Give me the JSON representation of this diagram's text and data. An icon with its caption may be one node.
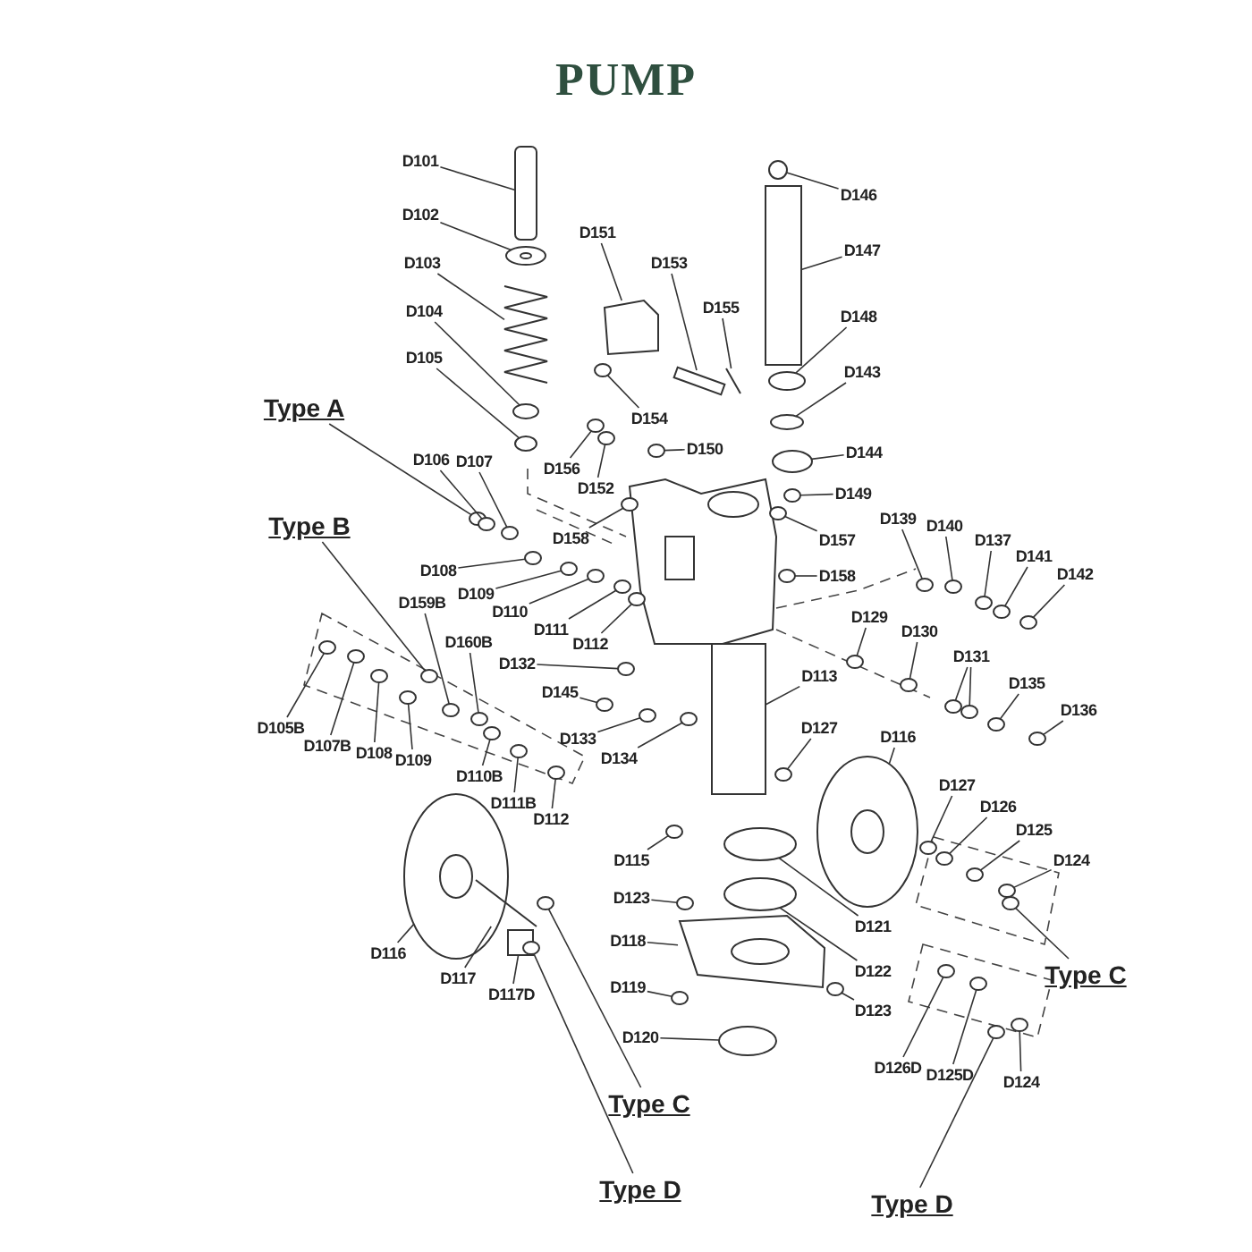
{
  "diagram": {
    "title": "PUMP",
    "nodes": [
      {
        "text": [
          "D101"
        ]
      },
      {
        "text": [
          "D102"
        ]
      },
      {
        "text": [
          "D103"
        ]
      },
      {
        "text": [
          "D104"
        ]
      },
      {
        "text": [
          "D105"
        ]
      },
      {
        "text": [
          "D151"
        ]
      },
      {
        "text": [
          "D153"
        ]
      },
      {
        "text": [
          "D155"
        ]
      },
      {
        "text": [
          "D146"
        ]
      },
      {
        "text": [
          "D147"
        ]
      },
      {
        "text": [
          "D148"
        ]
      },
      {
        "text": [
          "D154"
        ]
      },
      {
        "text": [
          "D143"
        ]
      },
      {
        "text": [
          "Type A"
        ]
      },
      {
        "text": [
          "D156"
        ]
      },
      {
        "text": [
          "D150"
        ]
      },
      {
        "text": [
          "D144"
        ]
      },
      {
        "text": [
          "D152"
        ]
      },
      {
        "text": [
          "D106"
        ]
      },
      {
        "text": [
          "D107"
        ]
      },
      {
        "text": [
          "D149"
        ]
      },
      {
        "text": [
          "D158"
        ]
      },
      {
        "text": [
          "D157"
        ]
      },
      {
        "text": [
          "Type B"
        ]
      },
      {
        "text": [
          "D139"
        ]
      },
      {
        "text": [
          "D140"
        ]
      },
      {
        "text": [
          "D137"
        ]
      },
      {
        "text": [
          "D141"
        ]
      },
      {
        "text": [
          "D108"
        ]
      },
      {
        "text": [
          "D158"
        ]
      },
      {
        "text": [
          "D142"
        ]
      },
      {
        "text": [
          "D109"
        ]
      },
      {
        "text": [
          "D159B"
        ]
      },
      {
        "text": [
          "D110"
        ]
      },
      {
        "text": [
          "D129"
        ]
      },
      {
        "text": [
          "D111"
        ]
      },
      {
        "text": [
          "D130"
        ]
      },
      {
        "text": [
          "D160B"
        ]
      },
      {
        "text": [
          "D112"
        ]
      },
      {
        "text": [
          "D131"
        ]
      },
      {
        "text": [
          "D132"
        ]
      },
      {
        "text": [
          "D135"
        ]
      },
      {
        "text": [
          "D113"
        ]
      },
      {
        "text": [
          "D145"
        ]
      },
      {
        "text": [
          "D136"
        ]
      },
      {
        "text": [
          "D105B"
        ]
      },
      {
        "text": [
          "D127"
        ]
      },
      {
        "text": [
          "D133"
        ]
      },
      {
        "text": [
          "D116"
        ]
      },
      {
        "text": [
          "D107B"
        ]
      },
      {
        "text": [
          "D108"
        ]
      },
      {
        "text": [
          "D134"
        ]
      },
      {
        "text": [
          "D109"
        ]
      },
      {
        "text": [
          "D127"
        ]
      },
      {
        "text": [
          "D110B"
        ]
      },
      {
        "text": [
          "D126"
        ]
      },
      {
        "text": [
          "D111B"
        ]
      },
      {
        "text": [
          "D125"
        ]
      },
      {
        "text": [
          "D112"
        ]
      },
      {
        "text": [
          "D124"
        ]
      },
      {
        "text": [
          "D115"
        ]
      },
      {
        "text": [
          "D123"
        ]
      },
      {
        "text": [
          "D121"
        ]
      },
      {
        "text": [
          "D118"
        ]
      },
      {
        "text": [
          "D116"
        ]
      },
      {
        "text": [
          "Type C"
        ]
      },
      {
        "text": [
          "D122"
        ]
      },
      {
        "text": [
          "D117"
        ]
      },
      {
        "text": [
          "D119"
        ]
      },
      {
        "text": [
          "D117D"
        ]
      },
      {
        "text": [
          "D123"
        ]
      },
      {
        "text": [
          "D120"
        ]
      },
      {
        "text": [
          "D126D"
        ]
      },
      {
        "text": [
          "D125D"
        ]
      },
      {
        "text": [
          "D124"
        ]
      },
      {
        "text": [
          "Type C"
        ]
      },
      {
        "text": [
          "Type D"
        ]
      },
      {
        "text": [
          "Type D"
        ]
      },
      {
        "text": [],
        "shape": "box"
      },
      {
        "text": [],
        "shape": "picture"
      },
      {
        "text": [],
        "shape": "picture"
      },
      {
        "text": [],
        "shape": "circle"
      },
      {
        "text": [],
        "shape": "circle"
      },
      {
        "text": [],
        "shape": "box"
      },
      {
        "text": [],
        "shape": "box"
      },
      {
        "text": [],
        "shape": "picture"
      },
      {
        "text": [],
        "shape": "circle"
      },
      {
        "text": [],
        "shape": "box"
      },
      {
        "text": [],
        "shape": "circle"
      },
      {
        "text": [],
        "shape": "circle"
      },
      {
        "text": [],
        "shape": "circle"
      },
      {
        "text": [],
        "shape": "circle"
      },
      {
        "text": [],
        "shape": "circle"
      },
      {
        "text": [],
        "shape": "circle"
      },
      {
        "text": [],
        "shape": "circle"
      },
      {
        "text": [],
        "shape": "circle"
      },
      {
        "text": [],
        "shape": "circle"
      },
      {
        "text": [],
        "shape": "circle"
      },
      {
        "text": [],
        "shape": "circle"
      },
      {
        "text": [],
        "shape": "circle"
      },
      {
        "text": [],
        "shape": "circle"
      },
      {
        "text": [],
        "shape": "circle"
      },
      {
        "text": [],
        "shape": "circle"
      },
      {
        "text": [],
        "shape": "circle"
      },
      {
        "text": [],
        "shape": "circle"
      },
      {
        "text": [],
        "shape": "circle"
      },
      {
        "text": [],
        "shape": "circle"
      },
      {
        "text": [],
        "shape": "circle"
      },
      {
        "text": [],
        "shape": "circle"
      },
      {
        "text": [],
        "shape": "circle"
      },
      {
        "text": [],
        "shape": "circle"
      },
      {
        "text": [],
        "shape": "circle"
      },
      {
        "text": [],
        "shape": "circle"
      },
      {
        "text": [],
        "shape": "circle"
      },
      {
        "text": [],
        "shape": "circle"
      },
      {
        "text": [],
        "shape": "circle"
      },
      {
        "text": [],
        "shape": "circle"
      },
      {
        "text": [],
        "shape": "circle"
      },
      {
        "text": [],
        "shape": "circle"
      },
      {
        "text": [],
        "shape": "circle"
      },
      {
        "text": [],
        "shape": "circle"
      },
      {
        "text": [],
        "shape": "box"
      },
      {
        "text": [],
        "shape": "circle"
      },
      {
        "text": [],
        "shape": "circle"
      },
      {
        "text": [],
        "shape": "circle"
      },
      {
        "text": [],
        "shape": "circle"
      },
      {
        "text": [],
        "shape": "circle"
      },
      {
        "text": [],
        "shape": "picture"
      },
      {
        "text": [],
        "shape": "circle"
      },
      {
        "text": [],
        "shape": "circle"
      },
      {
        "text": [],
        "shape": "circle"
      },
      {
        "text": [],
        "shape": "circle"
      },
      {
        "text": [],
        "shape": "circle"
      },
      {
        "text": [],
        "shape": "circle"
      },
      {
        "text": [],
        "shape": "circle"
      },
      {
        "text": [],
        "shape": "circle"
      },
      {
        "text": [],
        "shape": "circle"
      },
      {
        "text": [],
        "shape": "circle"
      },
      {
        "text": [],
        "shape": "circle"
      },
      {
        "text": [],
        "shape": "circle"
      },
      {
        "text": [],
        "shape": "circle"
      },
      {
        "text": [],
        "shape": "circle"
      },
      {
        "text": [],
        "shape": "picture"
      },
      {
        "text": [],
        "shape": "picture"
      },
      {
        "text": [],
        "shape": "circle"
      },
      {
        "text": [],
        "shape": "circle"
      },
      {
        "text": [],
        "shape": "picture"
      },
      {
        "text": [],
        "shape": "circle"
      },
      {
        "text": [],
        "shape": "box"
      },
      {
        "text": [],
        "shape": "circle"
      },
      {
        "text": [],
        "shape": "circle"
      },
      {
        "text": [],
        "shape": "circle"
      },
      {
        "text": [],
        "shape": "circle"
      },
      {
        "text": [],
        "shape": "circle"
      },
      {
        "text": [],
        "shape": "circle"
      },
      {
        "text": [],
        "shape": "circle"
      },
      {
        "text": [],
        "shape": "circle"
      }
    ],
    "edges": [
      {
        "from": 0,
        "to": 78,
        "arrow": "none"
      },
      {
        "from": 1,
        "to": 79,
        "arrow": "none"
      },
      {
        "from": 2,
        "to": 80,
        "arrow": "none"
      },
      {
        "from": 3,
        "to": 81,
        "arrow": "none"
      },
      {
        "from": 4,
        "to": 82,
        "arrow": "none"
      },
      {
        "from": 5,
        "to": 83,
        "arrow": "none"
      },
      {
        "from": 6,
        "to": 84,
        "arrow": "none"
      },
      {
        "from": 7,
        "to": 85,
        "arrow": "none"
      },
      {
        "from": 8,
        "to": 86,
        "arrow": "none"
      },
      {
        "from": 9,
        "to": 87,
        "arrow": "none"
      },
      {
        "from": 10,
        "to": 88,
        "arrow": "none"
      },
      {
        "from": 11,
        "to": 89,
        "arrow": "none"
      },
      {
        "from": 12,
        "to": 90,
        "arrow": "none"
      },
      {
        "from": 13,
        "to": 91,
        "arrow": "none"
      },
      {
        "from": 14,
        "to": 92,
        "arrow": "none"
      },
      {
        "from": 15,
        "to": 93,
        "arrow": "none"
      },
      {
        "from": 16,
        "to": 94,
        "arrow": "none"
      },
      {
        "from": 17,
        "to": 95,
        "arrow": "none"
      },
      {
        "from": 18,
        "to": 96,
        "arrow": "none"
      },
      {
        "from": 19,
        "to": 97,
        "arrow": "none"
      },
      {
        "from": 20,
        "to": 98,
        "arrow": "none"
      },
      {
        "from": 21,
        "to": 99,
        "arrow": "none"
      },
      {
        "from": 22,
        "to": 100,
        "arrow": "none"
      },
      {
        "from": 23,
        "to": 101,
        "arrow": "none"
      },
      {
        "from": 24,
        "to": 102,
        "arrow": "none"
      },
      {
        "from": 25,
        "to": 103,
        "arrow": "none"
      },
      {
        "from": 26,
        "to": 104,
        "arrow": "none"
      },
      {
        "from": 27,
        "to": 105,
        "arrow": "none"
      },
      {
        "from": 28,
        "to": 106,
        "arrow": "none"
      },
      {
        "from": 29,
        "to": 107,
        "arrow": "none"
      },
      {
        "from": 30,
        "to": 108,
        "arrow": "none"
      },
      {
        "from": 31,
        "to": 109,
        "arrow": "none"
      },
      {
        "from": 32,
        "to": 110,
        "arrow": "none"
      },
      {
        "from": 33,
        "to": 111,
        "arrow": "none"
      },
      {
        "from": 34,
        "to": 112,
        "arrow": "none"
      },
      {
        "from": 35,
        "to": 113,
        "arrow": "none"
      },
      {
        "from": 36,
        "to": 114,
        "arrow": "none"
      },
      {
        "from": 37,
        "to": 115,
        "arrow": "none"
      },
      {
        "from": 38,
        "to": 116,
        "arrow": "none"
      },
      {
        "from": 39,
        "to": 117,
        "arrow": "none"
      },
      {
        "from": 39,
        "to": 118,
        "arrow": "none"
      },
      {
        "from": 40,
        "to": 119,
        "arrow": "none"
      },
      {
        "from": 41,
        "to": 120,
        "arrow": "none"
      },
      {
        "from": 42,
        "to": 121,
        "arrow": "none"
      },
      {
        "from": 43,
        "to": 122,
        "arrow": "none"
      },
      {
        "from": 44,
        "to": 123,
        "arrow": "none"
      },
      {
        "from": 45,
        "to": 124,
        "arrow": "none"
      },
      {
        "from": 46,
        "to": 125,
        "arrow": "none"
      },
      {
        "from": 47,
        "to": 126,
        "arrow": "none"
      },
      {
        "from": 48,
        "to": 127,
        "arrow": "none"
      },
      {
        "from": 49,
        "to": 128,
        "arrow": "none"
      },
      {
        "from": 50,
        "to": 129,
        "arrow": "none"
      },
      {
        "from": 51,
        "to": 130,
        "arrow": "none"
      },
      {
        "from": 52,
        "to": 131,
        "arrow": "none"
      },
      {
        "from": 53,
        "to": 132,
        "arrow": "none"
      },
      {
        "from": 54,
        "to": 133,
        "arrow": "none"
      },
      {
        "from": 55,
        "to": 134,
        "arrow": "none"
      },
      {
        "from": 56,
        "to": 135,
        "arrow": "none"
      },
      {
        "from": 57,
        "to": 136,
        "arrow": "none"
      },
      {
        "from": 58,
        "to": 137,
        "arrow": "none"
      },
      {
        "from": 59,
        "to": 138,
        "arrow": "none"
      },
      {
        "from": 60,
        "to": 139,
        "arrow": "none"
      },
      {
        "from": 61,
        "to": 140,
        "arrow": "none"
      },
      {
        "from": 62,
        "to": 141,
        "arrow": "none"
      },
      {
        "from": 63,
        "to": 142,
        "arrow": "none"
      },
      {
        "from": 64,
        "to": 143,
        "arrow": "none"
      },
      {
        "from": 65,
        "to": 144,
        "arrow": "none"
      },
      {
        "from": 66,
        "to": 145,
        "arrow": "none"
      },
      {
        "from": 67,
        "to": 146,
        "arrow": "none"
      },
      {
        "from": 68,
        "to": 147,
        "arrow": "none"
      },
      {
        "from": 69,
        "to": 148,
        "arrow": "none"
      },
      {
        "from": 70,
        "to": 149,
        "arrow": "none"
      },
      {
        "from": 71,
        "to": 150,
        "arrow": "none"
      },
      {
        "from": 72,
        "to": 151,
        "arrow": "none"
      },
      {
        "from": 73,
        "to": 152,
        "arrow": "none"
      },
      {
        "from": 74,
        "to": 153,
        "arrow": "none"
      },
      {
        "from": 75,
        "to": 154,
        "arrow": "none"
      },
      {
        "from": 76,
        "to": 155,
        "arrow": "none"
      },
      {
        "from": 77,
        "to": 156,
        "arrow": "none"
      }
    ]
  }
}
